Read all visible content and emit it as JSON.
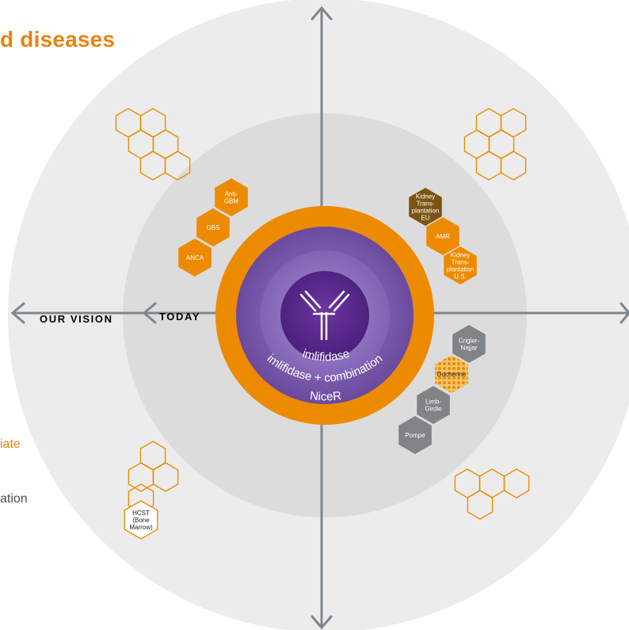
{
  "title": "d diseases",
  "side_text": {
    "orange": "iate",
    "gray": "ation"
  },
  "axis_labels": {
    "vision": "OUR VISION",
    "today": "TODAY"
  },
  "center": {
    "inner_label": "imlifidase",
    "middle_label": "imlifidase + combination",
    "outer_label": "NiceR"
  },
  "indications": {
    "approved": {
      "eu": "Kidney Trans- plantation EU"
    },
    "kidney_pipeline": {
      "amr": "AMR",
      "us": "Kidney Trans- plantation U.S."
    },
    "autoimmune": {
      "anti_gbm": "Anti- GBM",
      "gbs": "GBS",
      "anca": "ANCA"
    },
    "gene_therapy": {
      "crigler": "Crigler- Najjar",
      "duchenne": "Duchenne",
      "limb": "Limb- Girdle",
      "pompe": "Pompe"
    },
    "vision": {
      "hcst": "HCST (Bone Marrow)"
    }
  },
  "colors": {
    "orange": "#ed8b00",
    "brown": "#7a5410",
    "gray_hex": "#808487",
    "purple_dark": "#4e2a84",
    "outer_ring": "#ececec",
    "inner_ring": "#dcdcdc",
    "arrow": "#7f868b"
  },
  "icons": [
    "antibody-icon",
    "honeycomb-pattern-icon"
  ]
}
